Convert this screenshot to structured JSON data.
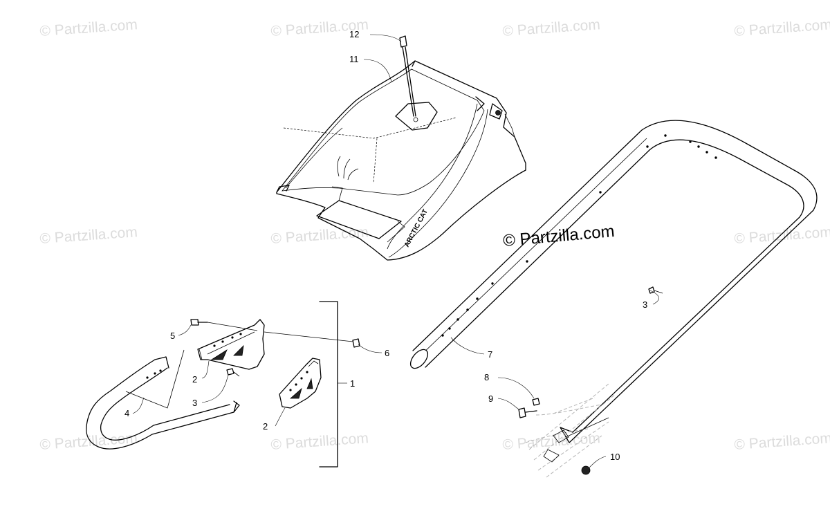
{
  "watermark": {
    "repeat_text": "© Partzilla.com",
    "center_text": "© Partzilla.com"
  },
  "callouts": [
    {
      "id": "c1",
      "label": "1"
    },
    {
      "id": "c2a",
      "label": "2"
    },
    {
      "id": "c2b",
      "label": "2"
    },
    {
      "id": "c3a",
      "label": "3"
    },
    {
      "id": "c3b",
      "label": "3"
    },
    {
      "id": "c4",
      "label": "4"
    },
    {
      "id": "c5",
      "label": "5"
    },
    {
      "id": "c6",
      "label": "6"
    },
    {
      "id": "c7",
      "label": "7"
    },
    {
      "id": "c8",
      "label": "8"
    },
    {
      "id": "c9",
      "label": "9"
    },
    {
      "id": "c10",
      "label": "10"
    },
    {
      "id": "c11",
      "label": "11"
    },
    {
      "id": "c12",
      "label": "12"
    }
  ],
  "brand_mark": "ARCTIC CAT",
  "colors": {
    "line": "#000000",
    "watermark": "#dcdcdc",
    "background": "#ffffff"
  }
}
